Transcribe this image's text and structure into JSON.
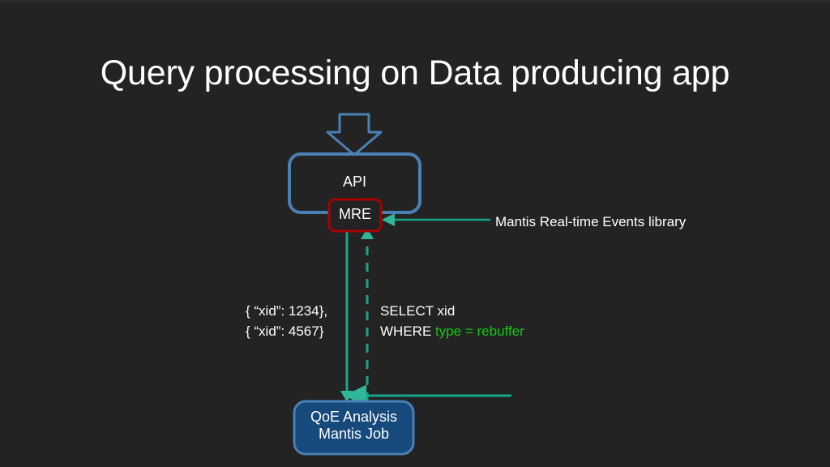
{
  "slide": {
    "title": "Query processing on Data producing app",
    "background_color": "#232323",
    "title_color": "#ffffff"
  },
  "diagram": {
    "type": "flow-diagram",
    "nodes": [
      {
        "id": "api",
        "label": "API",
        "shape": "rounded-rectangle",
        "style": "outlined",
        "border_color": "#4a80b4",
        "fill_color": "#232323",
        "text_color": "#ffffff"
      },
      {
        "id": "mre",
        "label": "MRE",
        "shape": "rounded-rectangle",
        "style": "outlined",
        "border_color": "#a80000",
        "fill_color": "#232323",
        "text_color": "#ffffff"
      },
      {
        "id": "qoe",
        "label_line1": "QoE Analysis",
        "label_line2": "Mantis Job",
        "shape": "rounded-rectangle",
        "style": "filled",
        "border_color": "#4a80b4",
        "fill_color": "#16497c",
        "text_color": "#ffffff"
      }
    ],
    "inbound_arrow": {
      "name": "incoming-requests-arrow",
      "direction": "down",
      "style": "outlined-block-arrow",
      "color": "#4a80b4"
    },
    "connectors": [
      {
        "id": "mre-callout",
        "from": "annotation",
        "to": "mre",
        "style": "solid",
        "direction": "left",
        "color": "#17a589",
        "label": "Mantis Real-time Events library"
      },
      {
        "id": "events-stream",
        "from": "mre",
        "to": "qoe",
        "style": "solid",
        "direction": "down",
        "color": "#17a589",
        "label_line1": "{ “xid”: 1234},",
        "label_line2": "{ “xid”: 4567}"
      },
      {
        "id": "query-subscription",
        "from": "qoe",
        "to": "mre",
        "style": "dashed",
        "direction": "up",
        "color": "#17a589",
        "label_line1": "SELECT xid",
        "label_line2_prefix": "WHERE ",
        "label_line2_highlight": "type = rebuffer",
        "highlight_color": "#13c613"
      }
    ]
  }
}
